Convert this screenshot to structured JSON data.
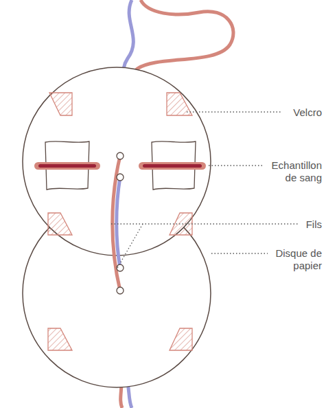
{
  "diagram": {
    "labels": [
      "Velcro",
      "Echantillon de sang",
      "Fils",
      "Disque de papier"
    ]
  }
}
